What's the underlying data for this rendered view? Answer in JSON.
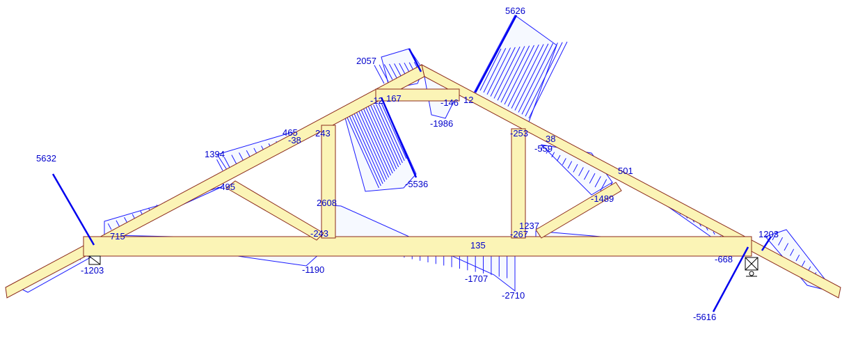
{
  "colors": {
    "member_fill": "#fbf4b6",
    "member_edge": "#8b2a1a",
    "diagram": "#1a1aff",
    "label_text": "#0000cc"
  },
  "labels": [
    "5626",
    "2057",
    "5632",
    "-1203",
    "715",
    "1394",
    "465",
    "-38",
    "243",
    "-495",
    "-12",
    "167",
    "-146",
    "12",
    "-1986",
    "-5536",
    "2608",
    "-243",
    "-1190",
    "135",
    "-1707",
    "-2710",
    "-253",
    "38",
    "-559",
    "501",
    "-1489",
    "1237",
    "-267",
    "-668",
    "1203",
    "-5616"
  ]
}
